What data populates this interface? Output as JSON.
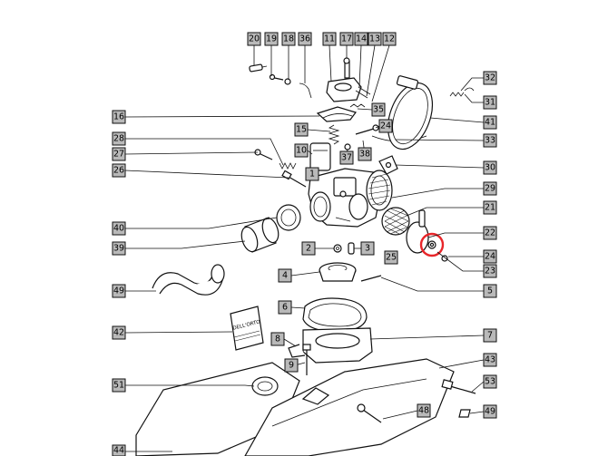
{
  "diagram": {
    "callouts": [
      "20",
      "19",
      "18",
      "36",
      "11",
      "17",
      "14",
      "13",
      "12",
      "32",
      "31",
      "16",
      "41",
      "35",
      "24",
      "15",
      "33",
      "28",
      "10",
      "37",
      "38",
      "27",
      "30",
      "26",
      "1",
      "29",
      "21",
      "40",
      "22",
      "39",
      "2",
      "3",
      "25",
      "24",
      "23",
      "4",
      "49",
      "5",
      "6",
      "42",
      "8",
      "7",
      "9",
      "43",
      "51",
      "53",
      "48",
      "49",
      "44"
    ],
    "highlight": "red-circle",
    "part_text": "DELL'ORTO"
  }
}
